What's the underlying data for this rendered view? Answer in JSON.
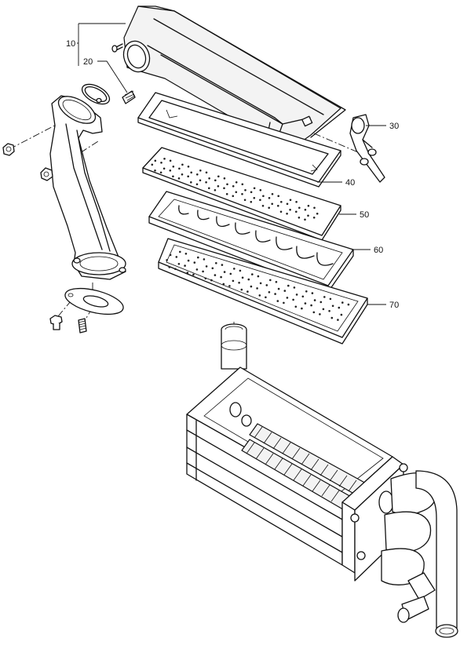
{
  "diagram": {
    "callouts": [
      {
        "id": "10",
        "text": "10"
      },
      {
        "id": "20",
        "text": "20"
      },
      {
        "id": "30",
        "text": "30"
      },
      {
        "id": "40",
        "text": "40"
      },
      {
        "id": "50",
        "text": "50"
      },
      {
        "id": "60",
        "text": "60"
      },
      {
        "id": "70",
        "text": "70"
      }
    ]
  }
}
